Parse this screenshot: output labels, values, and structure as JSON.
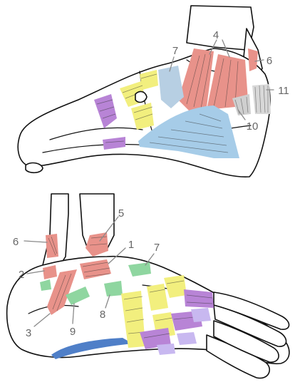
{
  "colors": {
    "salmon": "#e8928a",
    "yellow": "#f2ef7e",
    "purple": "#b884d6",
    "lavender": "#c8b8f0",
    "light_blue": "#a6cce8",
    "blue": "#4f7fc8",
    "green": "#8fd6a0",
    "steel_blue": "#b7cfe3",
    "label_gray": "#666666"
  },
  "top_view": {
    "labels": [
      "4",
      "6",
      "7",
      "10",
      "11"
    ]
  },
  "bottom_view": {
    "labels": [
      "1",
      "2",
      "3",
      "5",
      "6",
      "7",
      "8",
      "9"
    ]
  }
}
